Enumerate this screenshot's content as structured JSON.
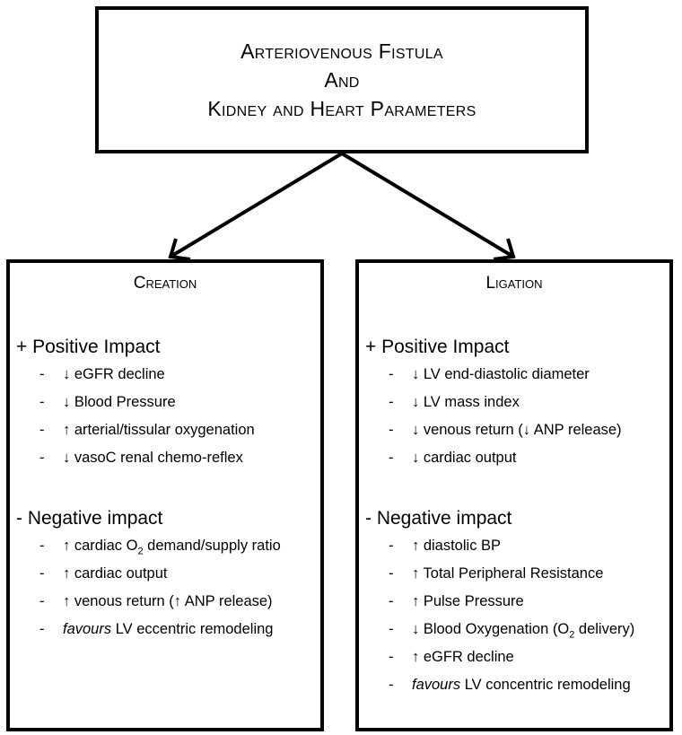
{
  "header": {
    "line1": "Arteriovenous Fistula",
    "line2": "And",
    "line3": "Kidney and Heart Parameters"
  },
  "creation": {
    "title": "Creation",
    "positive": {
      "heading": "+ Positive Impact",
      "items": [
        {
          "dash": "-",
          "text": "↓ eGFR decline"
        },
        {
          "dash": "-",
          "text": "↓ Blood Pressure"
        },
        {
          "dash": "-",
          "text": "↑ arterial/tissular oxygenation"
        },
        {
          "dash": "-",
          "text": "↓ vasoC renal chemo-reflex"
        }
      ]
    },
    "negative": {
      "heading": "- Negative impact",
      "items": [
        {
          "dash": "-",
          "pre": "↑ cardiac O",
          "sub": "2",
          "post": " demand/supply ratio"
        },
        {
          "dash": "-",
          "text": "↑ cardiac output"
        },
        {
          "dash": "-",
          "text": "↑ venous return (↑ ANP release)"
        },
        {
          "dash": "-",
          "em": "favours",
          "text": " LV eccentric remodeling"
        }
      ]
    }
  },
  "ligation": {
    "title": "Ligation",
    "positive": {
      "heading": "+ Positive Impact",
      "items": [
        {
          "dash": "-",
          "text": "↓ LV end-diastolic diameter"
        },
        {
          "dash": "-",
          "text": "↓ LV mass index"
        },
        {
          "dash": "-",
          "text": "↓ venous return (↓ ANP release)"
        },
        {
          "dash": "-",
          "text": "↓ cardiac output"
        }
      ]
    },
    "negative": {
      "heading": "- Negative impact",
      "items": [
        {
          "dash": "-",
          "text": "↑ diastolic BP"
        },
        {
          "dash": "-",
          "text": "↑ Total Peripheral Resistance"
        },
        {
          "dash": "-",
          "text": "↑ Pulse Pressure"
        },
        {
          "dash": "-",
          "pre": "↓ Blood Oxygenation (O",
          "sub": "2",
          "post": " delivery)"
        },
        {
          "dash": "-",
          "text": "↑ eGFR decline"
        },
        {
          "dash": "-",
          "em": "favours",
          "text": " LV concentric remodeling"
        }
      ]
    }
  }
}
